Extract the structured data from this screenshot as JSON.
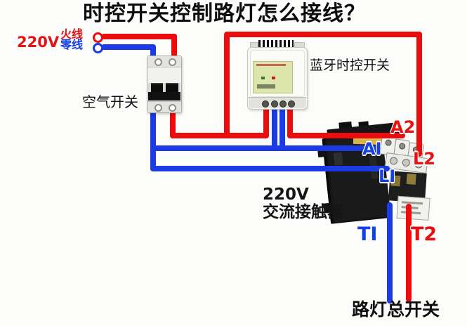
{
  "title": "时控开关控制路灯怎么接线？",
  "colors": {
    "live_wire": "#e90d0d",
    "neutral_wire": "#1b3be4",
    "label_red": "#e81010",
    "label_blue": "#1540e8"
  },
  "power_source": {
    "voltage": "220V",
    "live_label": "火线",
    "neutral_label": "零线"
  },
  "breaker": {
    "label": "空气开关"
  },
  "timer": {
    "label": "蓝牙时控开关"
  },
  "contactor": {
    "voltage": "220V",
    "name": "交流接触器",
    "terminals": {
      "a2": "A2",
      "a1": "AI",
      "l2": "L2",
      "l1": "LI",
      "t1": "TI",
      "t2": "T2"
    }
  },
  "load": {
    "label": "路灯总开关"
  }
}
